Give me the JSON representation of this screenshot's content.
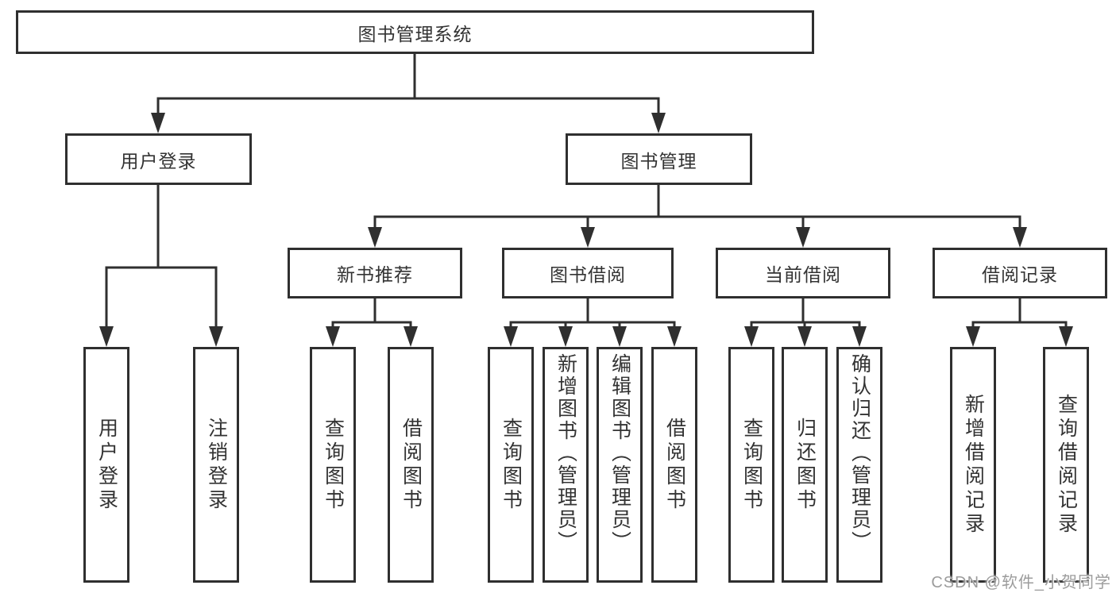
{
  "diagram": {
    "title": "图书管理系统",
    "type": "hierarchy-tree"
  },
  "colors": {
    "line": "#2f2f2f",
    "text": "#333333",
    "background": "#ffffff",
    "watermark": "#9c9c9c"
  },
  "tree": {
    "root": {
      "label": "图书管理系统"
    },
    "level2": [
      {
        "label": "用户登录",
        "children": [
          {
            "label": "用户登录"
          },
          {
            "label": "注销登录"
          }
        ]
      },
      {
        "label": "图书管理",
        "children": [
          {
            "label": "新书推荐",
            "children": [
              {
                "label": "查询图书"
              },
              {
                "label": "借阅图书"
              }
            ]
          },
          {
            "label": "图书借阅",
            "children": [
              {
                "label": "查询图书"
              },
              {
                "label": "新增图书（管理员）"
              },
              {
                "label": "编辑图书（管理员）"
              },
              {
                "label": "借阅图书"
              }
            ]
          },
          {
            "label": "当前借阅",
            "children": [
              {
                "label": "查询图书"
              },
              {
                "label": "归还图书"
              },
              {
                "label": "确认归还（管理员）"
              }
            ]
          },
          {
            "label": "借阅记录",
            "children": [
              {
                "label": "新增借阅记录"
              },
              {
                "label": "查询借阅记录"
              }
            ]
          }
        ]
      }
    ]
  },
  "watermark": {
    "text": "CSDN @软件_小贺同学"
  }
}
